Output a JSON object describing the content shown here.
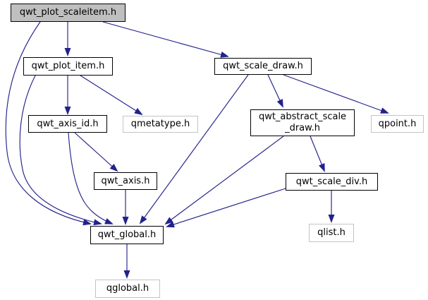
{
  "diagram": {
    "type": "include-dependency-graph",
    "root_file": "qwt_plot_scaleitem.h",
    "colors": {
      "edge": "#22228c",
      "root-fill": "#bfbfbf",
      "node-border": "#000000",
      "external-border": "#c3c3c3",
      "text": "#000000",
      "background": "#ffffff"
    },
    "nodes": [
      {
        "id": "qwt_plot_scaleitem.h",
        "kind": "root",
        "lines": [
          "qwt_plot_scaleitem.h"
        ]
      },
      {
        "id": "qwt_plot_item.h",
        "kind": "internal",
        "lines": [
          "qwt_plot_item.h"
        ]
      },
      {
        "id": "qwt_scale_draw.h",
        "kind": "internal",
        "lines": [
          "qwt_scale_draw.h"
        ]
      },
      {
        "id": "qwt_axis_id.h",
        "kind": "internal",
        "lines": [
          "qwt_axis_id.h"
        ]
      },
      {
        "id": "qmetatype.h",
        "kind": "external",
        "lines": [
          "qmetatype.h"
        ]
      },
      {
        "id": "qwt_abstract_scale_draw.h",
        "kind": "internal",
        "lines": [
          "qwt_abstract_scale",
          "_draw.h"
        ]
      },
      {
        "id": "qpoint.h",
        "kind": "external",
        "lines": [
          "qpoint.h"
        ]
      },
      {
        "id": "qwt_axis.h",
        "kind": "internal",
        "lines": [
          "qwt_axis.h"
        ]
      },
      {
        "id": "qwt_scale_div.h",
        "kind": "internal",
        "lines": [
          "qwt_scale_div.h"
        ]
      },
      {
        "id": "qwt_global.h",
        "kind": "internal",
        "lines": [
          "qwt_global.h"
        ]
      },
      {
        "id": "qlist.h",
        "kind": "external",
        "lines": [
          "qlist.h"
        ]
      },
      {
        "id": "qglobal.h",
        "kind": "external",
        "lines": [
          "qglobal.h"
        ]
      }
    ],
    "edges": [
      {
        "from": "qwt_plot_scaleitem.h",
        "to": "qwt_plot_item.h"
      },
      {
        "from": "qwt_plot_scaleitem.h",
        "to": "qwt_scale_draw.h"
      },
      {
        "from": "qwt_plot_scaleitem.h",
        "to": "qwt_global.h"
      },
      {
        "from": "qwt_plot_item.h",
        "to": "qwt_axis_id.h"
      },
      {
        "from": "qwt_plot_item.h",
        "to": "qmetatype.h"
      },
      {
        "from": "qwt_plot_item.h",
        "to": "qwt_global.h"
      },
      {
        "from": "qwt_axis_id.h",
        "to": "qwt_axis.h"
      },
      {
        "from": "qwt_axis_id.h",
        "to": "qwt_global.h"
      },
      {
        "from": "qwt_axis.h",
        "to": "qwt_global.h"
      },
      {
        "from": "qwt_scale_draw.h",
        "to": "qwt_abstract_scale_draw.h"
      },
      {
        "from": "qwt_scale_draw.h",
        "to": "qpoint.h"
      },
      {
        "from": "qwt_scale_draw.h",
        "to": "qwt_global.h"
      },
      {
        "from": "qwt_abstract_scale_draw.h",
        "to": "qwt_scale_div.h"
      },
      {
        "from": "qwt_abstract_scale_draw.h",
        "to": "qwt_global.h"
      },
      {
        "from": "qwt_scale_div.h",
        "to": "qlist.h"
      },
      {
        "from": "qwt_scale_div.h",
        "to": "qwt_global.h"
      },
      {
        "from": "qwt_global.h",
        "to": "qglobal.h"
      }
    ]
  }
}
